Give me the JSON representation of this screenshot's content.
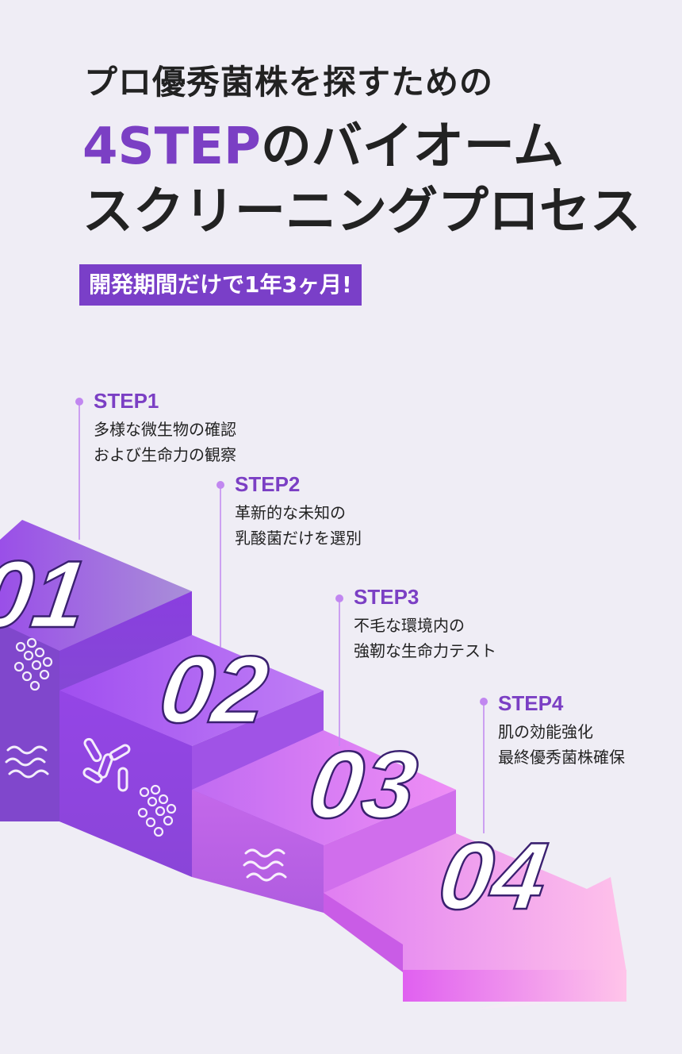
{
  "heading": {
    "line1": "プロ優秀菌株を探すための",
    "accent": "4STEP",
    "line2_rest": "のバイオーム",
    "line3": "スクリーニングプロセス"
  },
  "badge": "開発期間だけで1年3ヶ月!",
  "steps": [
    {
      "label": "STEP1",
      "desc": [
        "多様な微生物の確認",
        "および生命力の観察"
      ],
      "number": "01"
    },
    {
      "label": "STEP2",
      "desc": [
        "革新的な未知の",
        "乳酸菌だけを選別"
      ],
      "number": "02"
    },
    {
      "label": "STEP3",
      "desc": [
        "不毛な環境内の",
        "強靭な生命力テスト"
      ],
      "number": "03"
    },
    {
      "label": "STEP4",
      "desc": [
        "肌の効能強化",
        "最終優秀菌株確保"
      ],
      "number": "04"
    }
  ],
  "colors": {
    "accent": "#7b3fc4",
    "background": "#efedf5"
  }
}
